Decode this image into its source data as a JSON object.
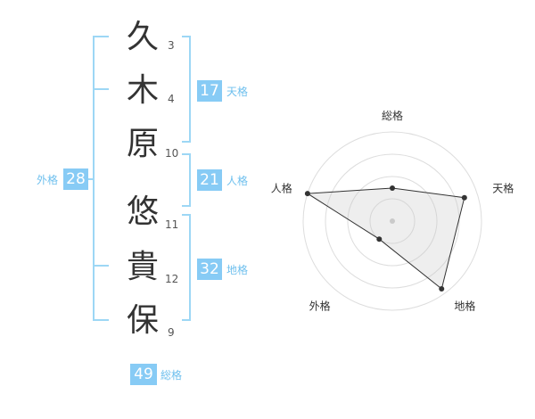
{
  "name": {
    "characters": [
      {
        "char": "久",
        "strokes": "3"
      },
      {
        "char": "木",
        "strokes": "4"
      },
      {
        "char": "原",
        "strokes": "10"
      },
      {
        "char": "悠",
        "strokes": "11"
      },
      {
        "char": "貴",
        "strokes": "12"
      },
      {
        "char": "保",
        "strokes": "9"
      }
    ]
  },
  "fortune": {
    "tenkaku": {
      "value": "17",
      "label": "天格"
    },
    "jinkaku": {
      "value": "21",
      "label": "人格"
    },
    "chikaku": {
      "value": "32",
      "label": "地格"
    },
    "gaikaku": {
      "value": "28",
      "label": "外格"
    },
    "soukaku": {
      "value": "49",
      "label": "総格"
    }
  },
  "radar": {
    "axes": [
      "総格",
      "天格",
      "地格",
      "外格",
      "人格"
    ],
    "levels": 4,
    "values": [
      0.37,
      0.85,
      0.94,
      0.25,
      1.0
    ]
  },
  "colors": {
    "accent": "#87cbf5",
    "line": "#9dd7f5",
    "label": "#6fc0ee"
  }
}
